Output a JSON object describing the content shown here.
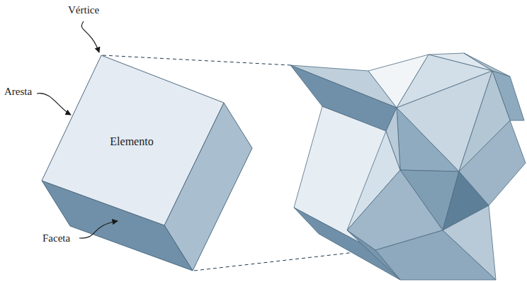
{
  "diagram": {
    "nodes": [
      {
        "text": [
          "Elemento"
        ]
      }
    ],
    "labels": [
      "Vértice",
      "Aresta",
      "Faceta"
    ]
  }
}
